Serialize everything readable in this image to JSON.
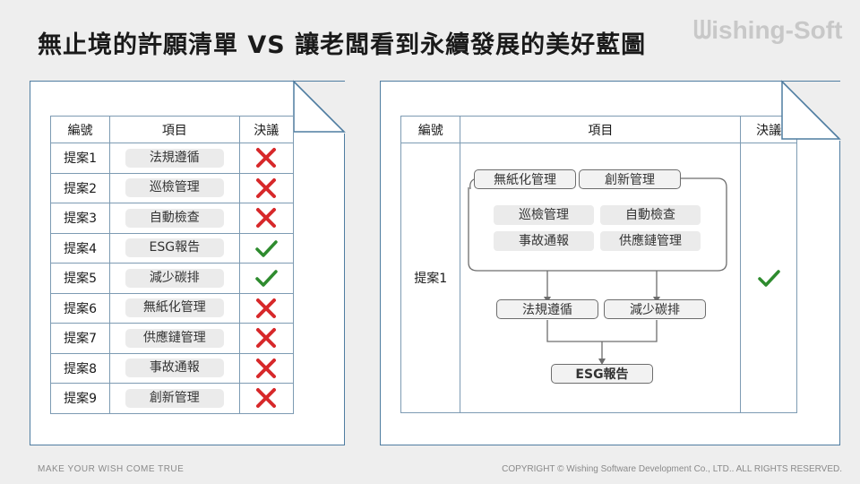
{
  "title": "無止境的許願清單 VS 讓老闆看到永續發展的美好藍圖",
  "logo": "ishing-Soft",
  "footer": {
    "left": "MAKE YOUR WISH COME TRUE",
    "right": "COPYRIGHT © Wishing Software Development Co., LTD.. ALL RIGHTS RESERVED."
  },
  "left_table": {
    "headers": [
      "編號",
      "項目",
      "決議"
    ],
    "rows": [
      {
        "id": "提案1",
        "item": "法規遵循",
        "decision": "reject"
      },
      {
        "id": "提案2",
        "item": "巡檢管理",
        "decision": "reject"
      },
      {
        "id": "提案3",
        "item": "自動檢查",
        "decision": "reject"
      },
      {
        "id": "提案4",
        "item": "ESG報告",
        "decision": "approve"
      },
      {
        "id": "提案5",
        "item": "減少碳排",
        "decision": "approve"
      },
      {
        "id": "提案6",
        "item": "無紙化管理",
        "decision": "reject"
      },
      {
        "id": "提案7",
        "item": "供應鏈管理",
        "decision": "reject"
      },
      {
        "id": "提案8",
        "item": "事故通報",
        "decision": "reject"
      },
      {
        "id": "提案9",
        "item": "創新管理",
        "decision": "reject"
      }
    ]
  },
  "right_table": {
    "headers": [
      "編號",
      "項目",
      "決議"
    ],
    "row_id": "提案1",
    "decision": "approve",
    "flow": {
      "top_tabs": [
        "無紙化管理",
        "創新管理"
      ],
      "inner": [
        "巡檢管理",
        "自動檢查",
        "事故通報",
        "供應鏈管理"
      ],
      "middle": [
        "法規遵循",
        "減少碳排"
      ],
      "bottom": "ESG報告"
    }
  },
  "colors": {
    "reject": "#d7282a",
    "approve": "#2e8b2e",
    "border": "#4f7da1"
  }
}
